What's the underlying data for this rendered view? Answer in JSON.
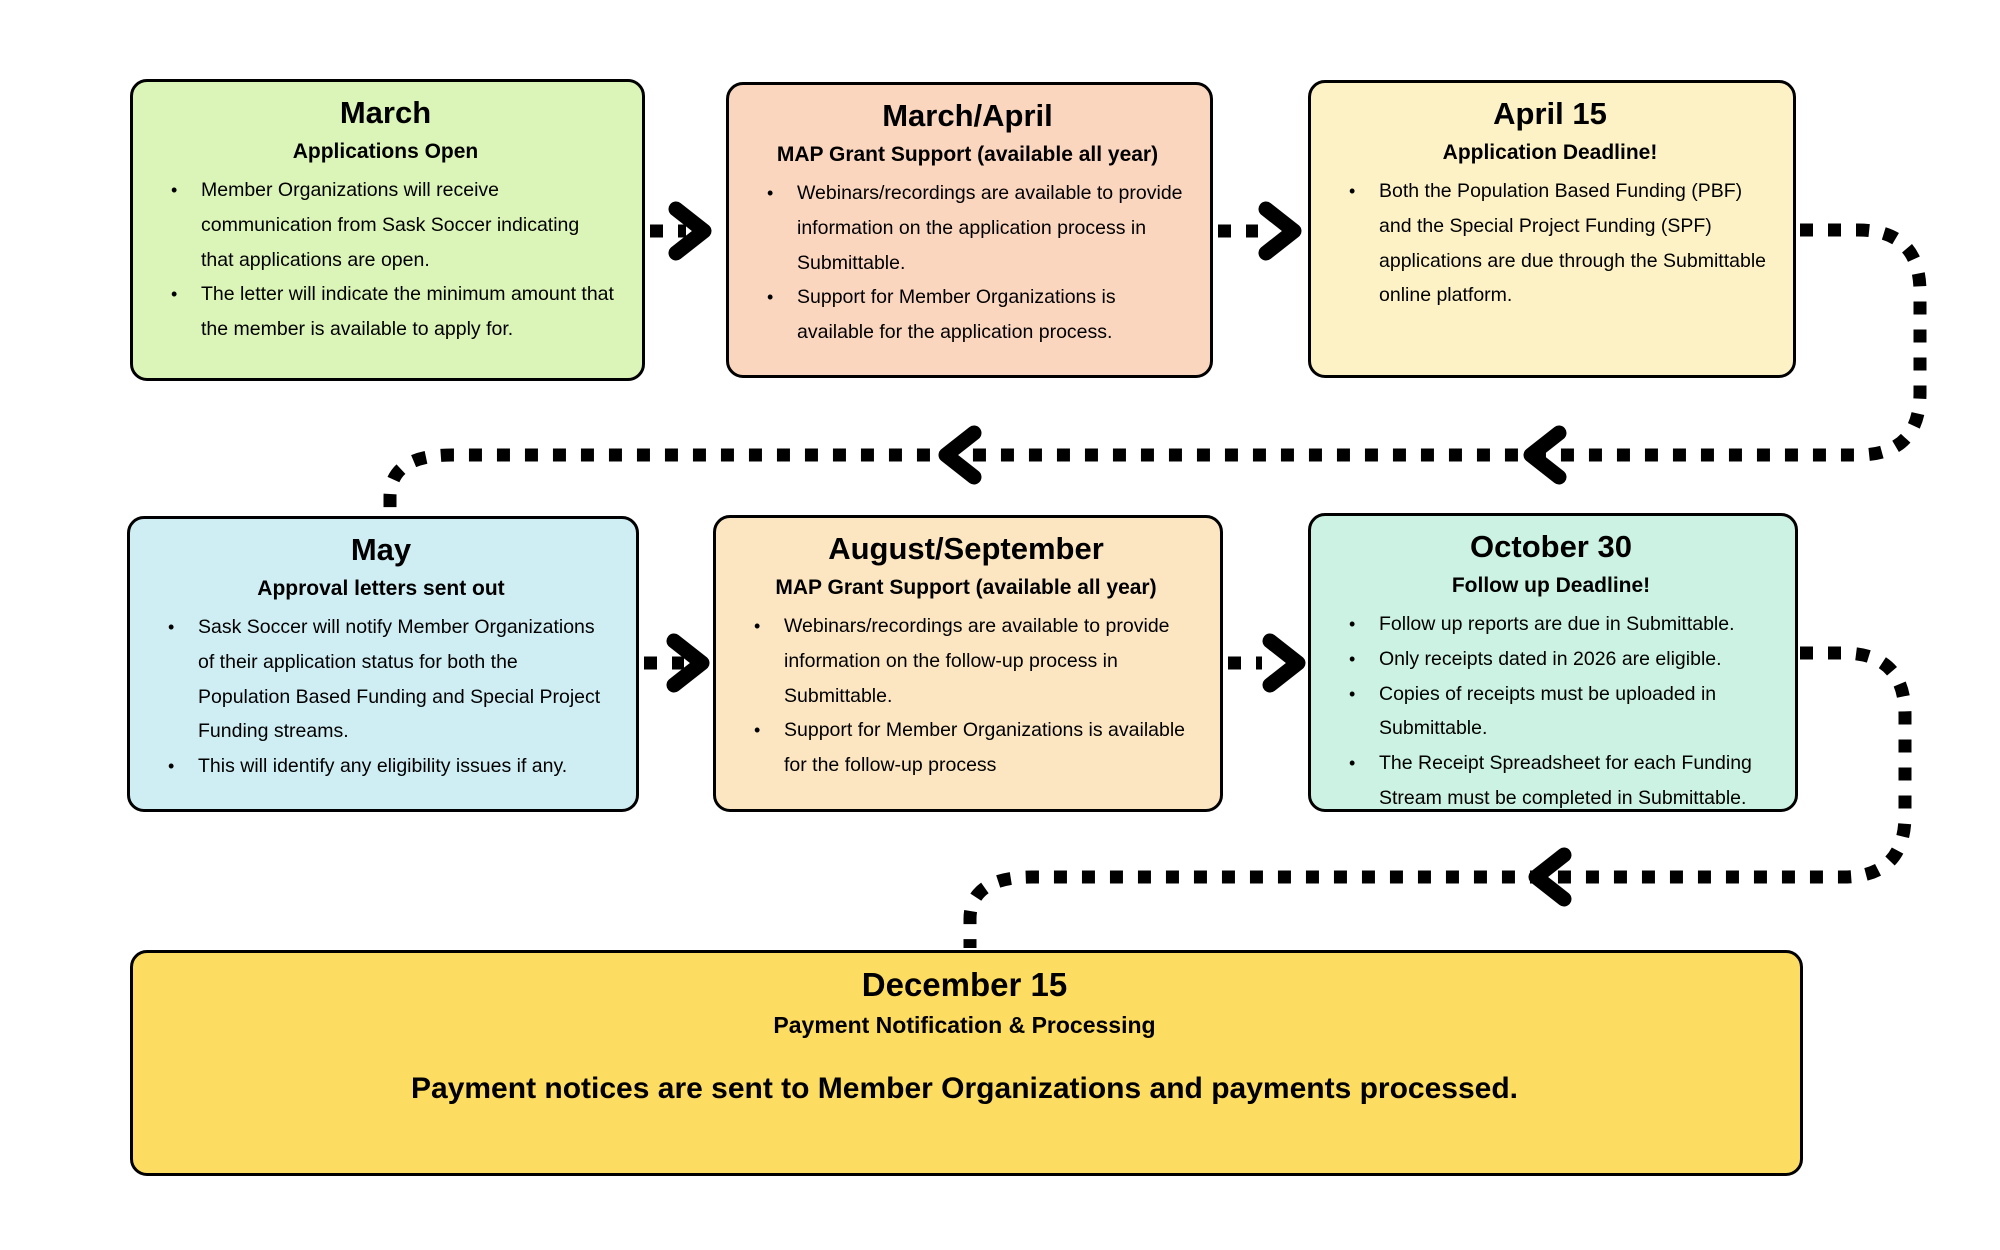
{
  "boxes": [
    {
      "title": "March",
      "subtitle": "Applications Open",
      "bullets": [
        "Member Organizations will receive communication from Sask Soccer indicating that applications are open.",
        "The letter will indicate the minimum amount that the member is available to apply for."
      ],
      "bg": "#dbf4b8"
    },
    {
      "title": "March/April",
      "subtitle": "MAP Grant Support (available all year)",
      "bullets": [
        "Webinars/recordings are available to provide information on the application process in Submittable.",
        "Support for Member Organizations is available for the application process."
      ],
      "bg": "#fbd6bf"
    },
    {
      "title": "April 15",
      "subtitle": "Application Deadline!",
      "bullets": [
        "Both the Population Based Funding (PBF) and the Special Project Funding (SPF) applications are due through the Submittable online platform."
      ],
      "bg": "#fdf2c5"
    },
    {
      "title": "May",
      "subtitle": "Approval letters sent out",
      "bullets": [
        "Sask Soccer will notify Member Organizations of their application status for both the Population Based Funding and Special Project Funding streams.",
        "This will identify any eligibility issues if any."
      ],
      "bg": "#cfeef4"
    },
    {
      "title": "August/September",
      "subtitle": "MAP Grant Support (available all year)",
      "bullets": [
        "Webinars/recordings are available to provide information on the follow-up process in Submittable.",
        "Support for Member Organizations is available for the follow-up process"
      ],
      "bg": "#fce6c2"
    },
    {
      "title": "October 30",
      "subtitle": "Follow up Deadline!",
      "bullets": [
        "Follow up reports are due in Submittable.",
        "Only receipts dated in 2026 are eligible.",
        "Copies of receipts must be uploaded in Submittable.",
        "The Receipt Spreadsheet for each Funding Stream must be completed in Submittable."
      ],
      "bg": "#cbf2e2"
    }
  ],
  "footer_box": {
    "title": "December 15",
    "subtitle": "Payment Notification & Processing",
    "message": "Payment notices are sent to Member Organizations and payments processed.",
    "bg": "#fddc62"
  },
  "colors": {
    "line": "#000000",
    "border": "#000000"
  }
}
